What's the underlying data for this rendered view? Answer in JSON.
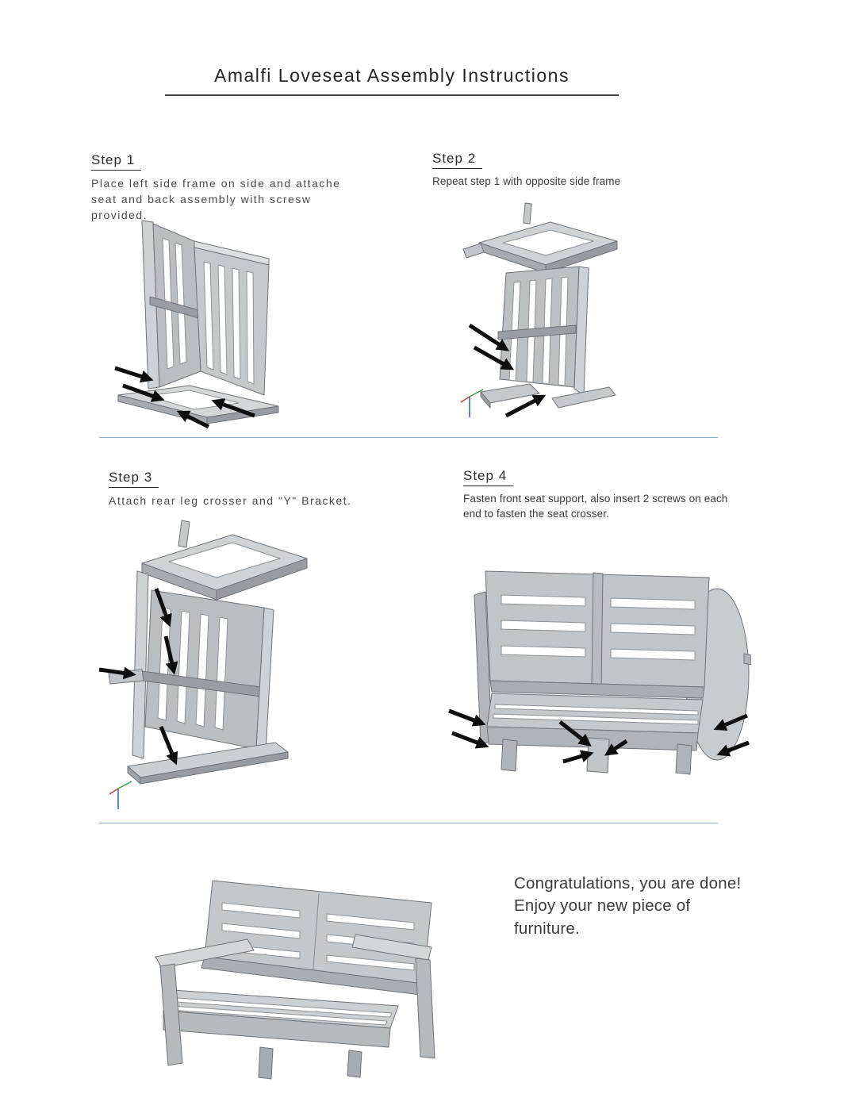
{
  "page": {
    "title": "Amalfi Loveseat Assembly Instructions"
  },
  "steps": [
    {
      "label": "Step 1",
      "description": "Place left side frame on side and attache\nseat and back assembly with scresw\nprovided."
    },
    {
      "label": "Step 2",
      "description": "Repeat step 1 with opposite side frame"
    },
    {
      "label": "Step 3",
      "description": "Attach rear leg crosser and \"Y\" Bracket."
    },
    {
      "label": "Step 4",
      "description": "Fasten front seat support, also insert 2 screws on each\nend to fasten the seat crosser."
    }
  ],
  "completion": {
    "message": "Congratulations, you are done!\nEnjoy your new piece of\nfurniture."
  },
  "colors": {
    "divider_line": "#8fa9c9",
    "arrow_black": "#0e0e0e",
    "furniture_gray": "#c2c5c8",
    "triad_x_red": "#d23b3b",
    "triad_y_green": "#2f9e44",
    "triad_z_blue": "#2b5fd0"
  }
}
